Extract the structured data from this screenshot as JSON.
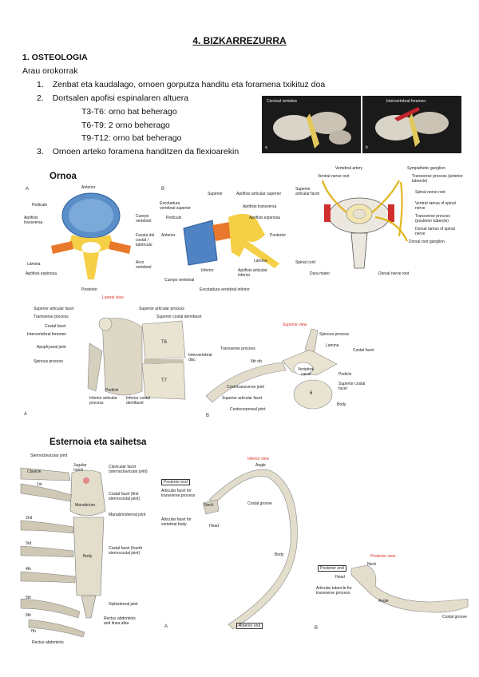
{
  "title": "4. BIZKARREZURRA",
  "section1": "1. OSTEOLOGIA",
  "subheading": "Arau orokorrak",
  "list": [
    {
      "num": "1.",
      "text": "Zenbat eta kaudalago, ornoen gorputza handitu eta foramena txikituz doa"
    },
    {
      "num": "2.",
      "text": "Dortsalen apofisi espinalaren altuera"
    },
    {
      "num": "3.",
      "text": "Ornoen arteko foramena handitzen da flexioarekin"
    }
  ],
  "sublist": [
    "T3-T6: orno bat beherago",
    "T6-T9: 2 orno beherago",
    "T9-T12: orno bat beherago"
  ],
  "ornoa_heading": "Ornoa",
  "sternum_heading": "Esternoia eta saihetsa",
  "fig_a": {
    "letter": "A",
    "labels": [
      "Anterior",
      "Pedicule",
      "Apófisis transversa",
      "Cuerpo vertebral",
      "Faceta del costal / tubérculo",
      "Lámina",
      "Apófisis espinosa",
      "Arco vertebral",
      "Posterior"
    ]
  },
  "fig_b": {
    "letter": "B",
    "labels": [
      "Superior",
      "Apófisis articular superior",
      "Escotadura vertebral superior",
      "Pedículo",
      "Apófisis transversa",
      "Apófisis espinosa",
      "Anterior",
      "Posterior",
      "Inferior",
      "Lámina",
      "Apófisis articular inferior",
      "Cuerpo vertebral",
      "Escotadura vertebral inferior"
    ]
  },
  "fig_nerve": {
    "labels": [
      "Vertebral artery",
      "Ventral nerve root",
      "Superior articular facet",
      "Sympathetic ganglion",
      "Transverse process (anterior tubercle)",
      "Spinal nerve root",
      "Ventral ramus of spinal nerve",
      "Transverse process (posterior tubercle)",
      "Dorsal ramus of spinal nerve",
      "Dorsal root ganglion",
      "Spinal cord",
      "Dura mater",
      "Dorsal nerve root"
    ]
  },
  "fig_lateral": {
    "view": "Lateral view",
    "letter": "A",
    "labels": [
      "Superior articular facet",
      "Superior articular process",
      "Transverse process",
      "Superior costal demifacet",
      "Costal facet",
      "Intervertebral foramen",
      "Apophyseal joint",
      "Spinous process",
      "T6",
      "T7",
      "Intervertebral disc",
      "Pedicle",
      "Inferior articular process",
      "Inferior costal demifacet"
    ]
  },
  "fig_superior": {
    "view": "Superior view",
    "letter": "B",
    "labels": [
      "Spinous process",
      "Lamina",
      "Transverse process",
      "Costal facet",
      "6th rib",
      "Vertebral canal",
      "Pedicle",
      "Costotransverse joint",
      "Superior costal facet",
      "Superior articular facet",
      "Costocorporeal joint",
      "Body",
      "6"
    ]
  },
  "fig_sternum": {
    "labels": [
      "Sternoclavicular joint",
      "Clavicle",
      "Jugular notch",
      "1st",
      "Clavicular facet (sternoclavicular joint)",
      "Costal facet (first sternocostal joint)",
      "Manubrium",
      "Manubriosternal joint",
      "2nd",
      "3rd",
      "4th",
      "Body",
      "Costal facet (fourth sternocostal joint)",
      "Xiphisternal joint",
      "5th",
      "6th",
      "7th",
      "Rectus abdominis and linea alba",
      "Rectus abdominis"
    ]
  },
  "fig_rib": {
    "view": "Inferior view",
    "letter": "A",
    "labels": [
      "Posterior end",
      "Articular facet for transverse process",
      "Neck",
      "Articular facet for vertebral body",
      "Head",
      "Angle",
      "Costal groove",
      "Body",
      "Anterior end"
    ]
  },
  "fig_rib2": {
    "view": "Posterior view",
    "letter": "B",
    "labels": [
      "Posterior end",
      "Head",
      "Neck",
      "Articular tubercle for transverse process",
      "Angle",
      "Costal groove"
    ]
  },
  "photo_labels": [
    "Cervical vertebra",
    "Intervertebral foramen",
    "a",
    "b"
  ]
}
